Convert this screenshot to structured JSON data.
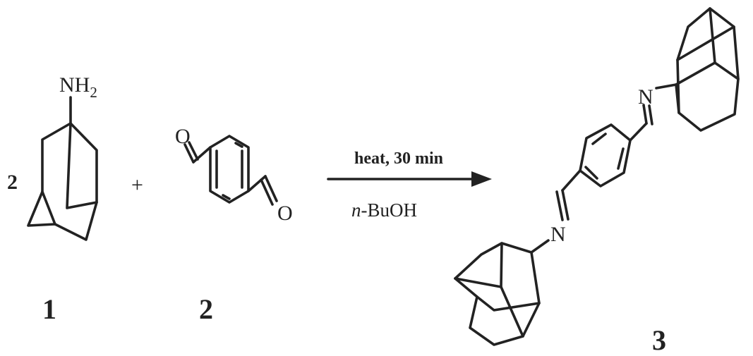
{
  "reactant1": {
    "coefficient": "2",
    "substituent": "NH",
    "substituent_subscript": "2",
    "number": "1"
  },
  "plus_sign": "+",
  "reactant2": {
    "oxygen_top": "O",
    "oxygen_right": "O",
    "number": "2"
  },
  "conditions": {
    "above_arrow": "heat, 30 min",
    "below_prefix": "n",
    "below_rest": "-BuOH"
  },
  "product": {
    "nitrogen_top": "N",
    "nitrogen_bottom": "N",
    "number": "3"
  },
  "colors": {
    "ink": "#222222",
    "background": "#ffffff"
  }
}
